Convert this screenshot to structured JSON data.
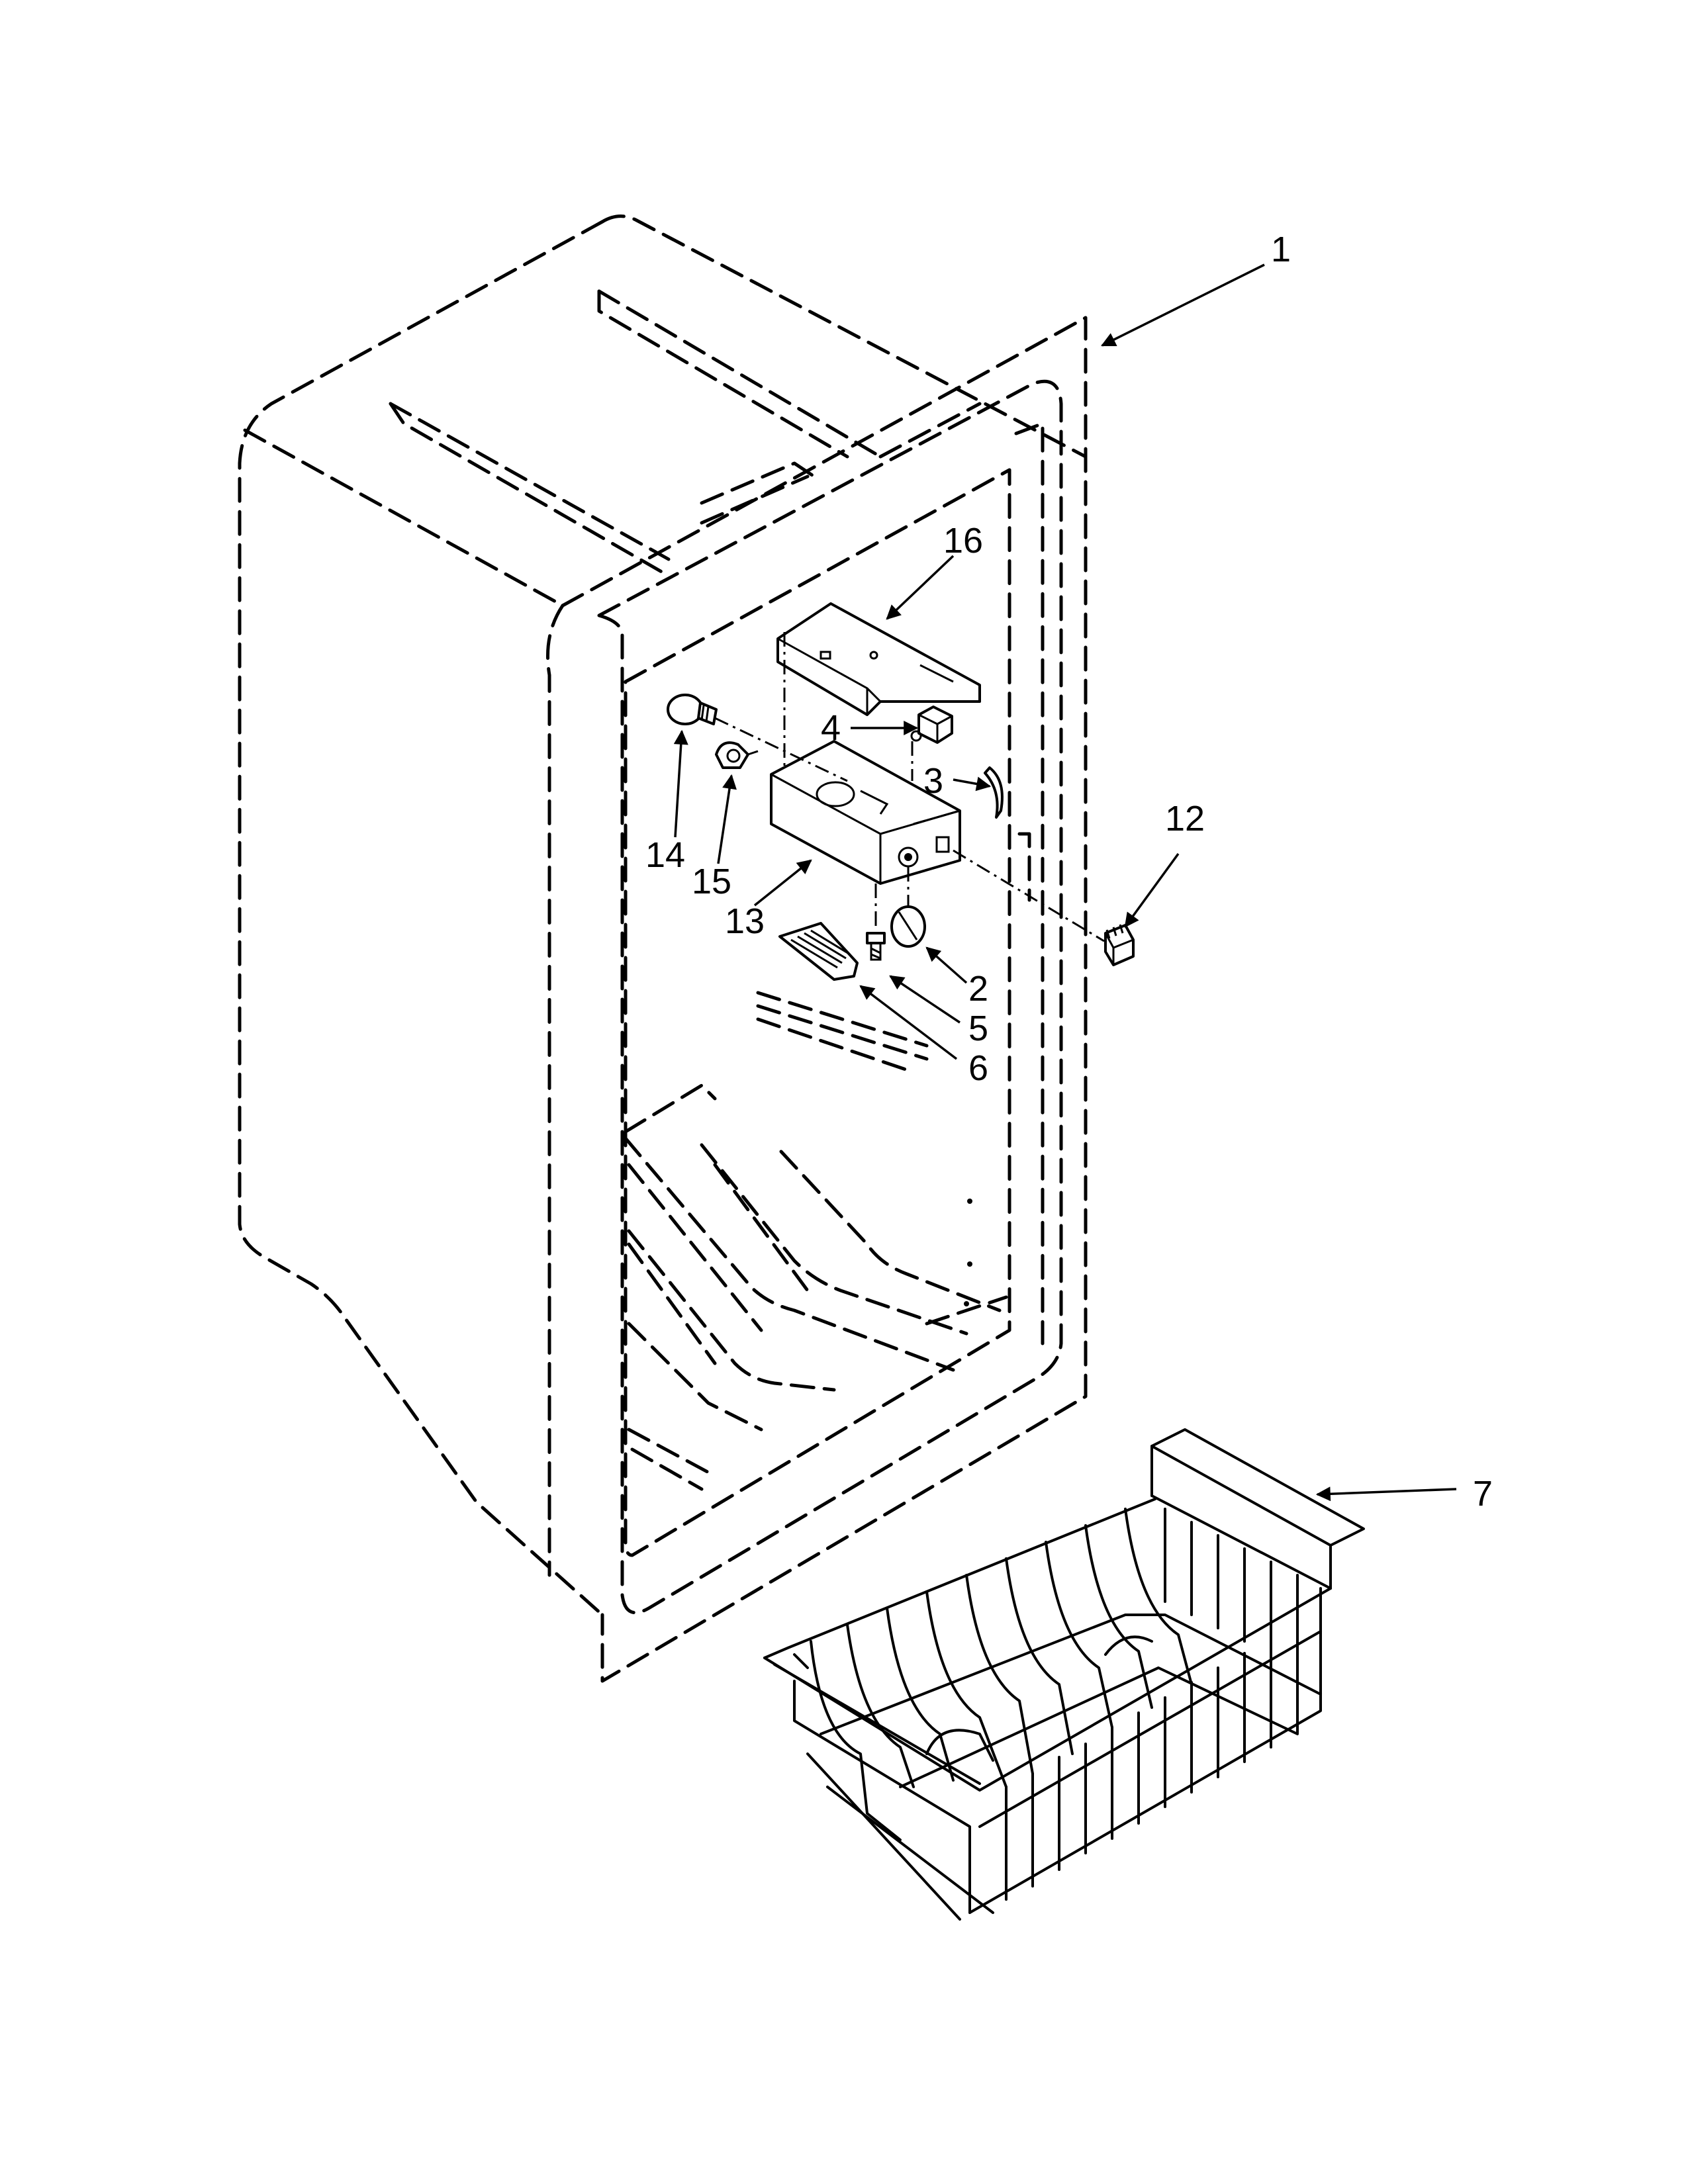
{
  "callouts": [
    {
      "label": "1"
    },
    {
      "label": "16"
    },
    {
      "label": "4"
    },
    {
      "label": "3"
    },
    {
      "label": "12"
    },
    {
      "label": "14"
    },
    {
      "label": "15"
    },
    {
      "label": "13"
    },
    {
      "label": "2"
    },
    {
      "label": "5"
    },
    {
      "label": "6"
    },
    {
      "label": "7"
    }
  ]
}
